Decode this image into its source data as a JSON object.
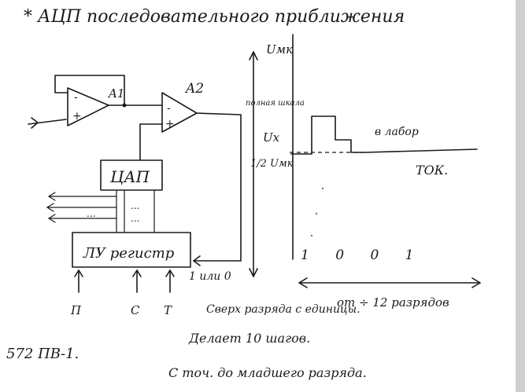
{
  "title": "* АЦП последовательного приближения",
  "amplifiers": {
    "a1": "A1",
    "a2": "A2"
  },
  "blocks": {
    "dac": "ЦАП",
    "register": "ЛУ регистр"
  },
  "register_inputs": [
    "П",
    "С",
    "Т"
  ],
  "bus_dots": [
    "...",
    "...",
    "..."
  ],
  "comparator_output": "1 или 0",
  "axis_label": "Uмк",
  "ramp_label": "полная шкала",
  "ux_label": "Ux",
  "half_label": "1/2 Uмк",
  "trace_label": "в лабор",
  "tok_label": "ТОК.",
  "bit_sequence": "1 0 0 1",
  "notes": {
    "bits_range": "от ÷ 12 разрядов",
    "msb_note": "Сверх разряда с единицы.",
    "steps_note": "Делает 10 шагов.",
    "chip": "572 ПВ-1.",
    "lsb_note": "С точ. до младшего разряда."
  }
}
